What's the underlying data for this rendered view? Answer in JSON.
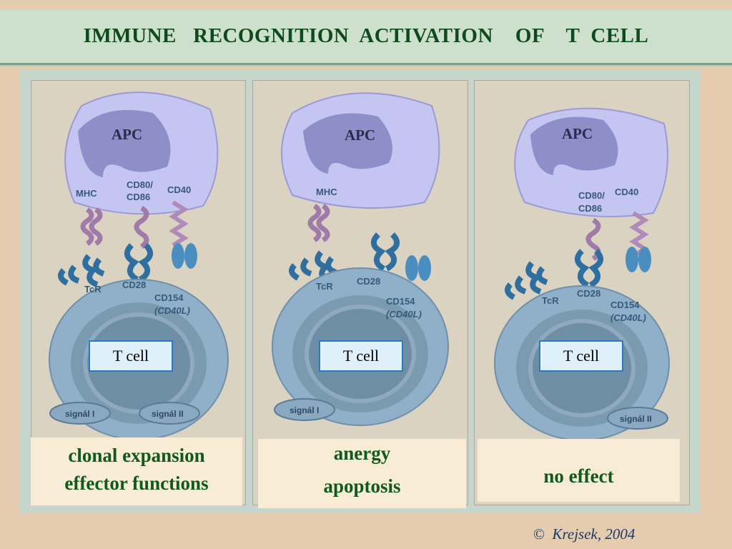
{
  "header": {
    "title": "IMMUNE   RECOGNITION  ACTIVATION    OF    T  CELL"
  },
  "panels": [
    {
      "apc": "APC",
      "labels": {
        "mhc": "MHC",
        "cd80": "CD80/",
        "cd86": "CD86",
        "cd40": "CD40",
        "tcr": "TcR",
        "cd28": "CD28",
        "cd154": "CD154",
        "cd40l": "(CD40L)"
      },
      "tcell": "T cell",
      "signals": [
        "signál  I",
        "signál  II"
      ],
      "outcome": [
        "clonal expansion",
        "effector  functions"
      ]
    },
    {
      "apc": "APC",
      "labels": {
        "mhc": "MHC",
        "tcr": "TcR",
        "cd28": "CD28",
        "cd154": "CD154",
        "cd40l": "(CD40L)"
      },
      "tcell": "T cell",
      "signals": [
        "signál  I"
      ],
      "outcome": [
        "anergy",
        "apoptosis"
      ]
    },
    {
      "apc": "APC",
      "labels": {
        "cd80": "CD80/",
        "cd86": "CD86",
        "cd40": "CD40",
        "tcr": "TcR",
        "cd28": "CD28",
        "cd154": "CD154",
        "cd40l": "(CD40L)"
      },
      "tcell": "T cell",
      "signals": [
        "signál  II"
      ],
      "outcome": [
        "no effect"
      ]
    }
  ],
  "footer": {
    "symbol": "©",
    "credit": "Krejsek, 2004"
  },
  "colors": {
    "title": "#0f4a1e",
    "outcome": "#0f5a1e",
    "apc": "#c5c5f2",
    "tcell": "#8fb0c8",
    "receptor": "#2f6f9f",
    "ligand": "#a07aa8"
  }
}
